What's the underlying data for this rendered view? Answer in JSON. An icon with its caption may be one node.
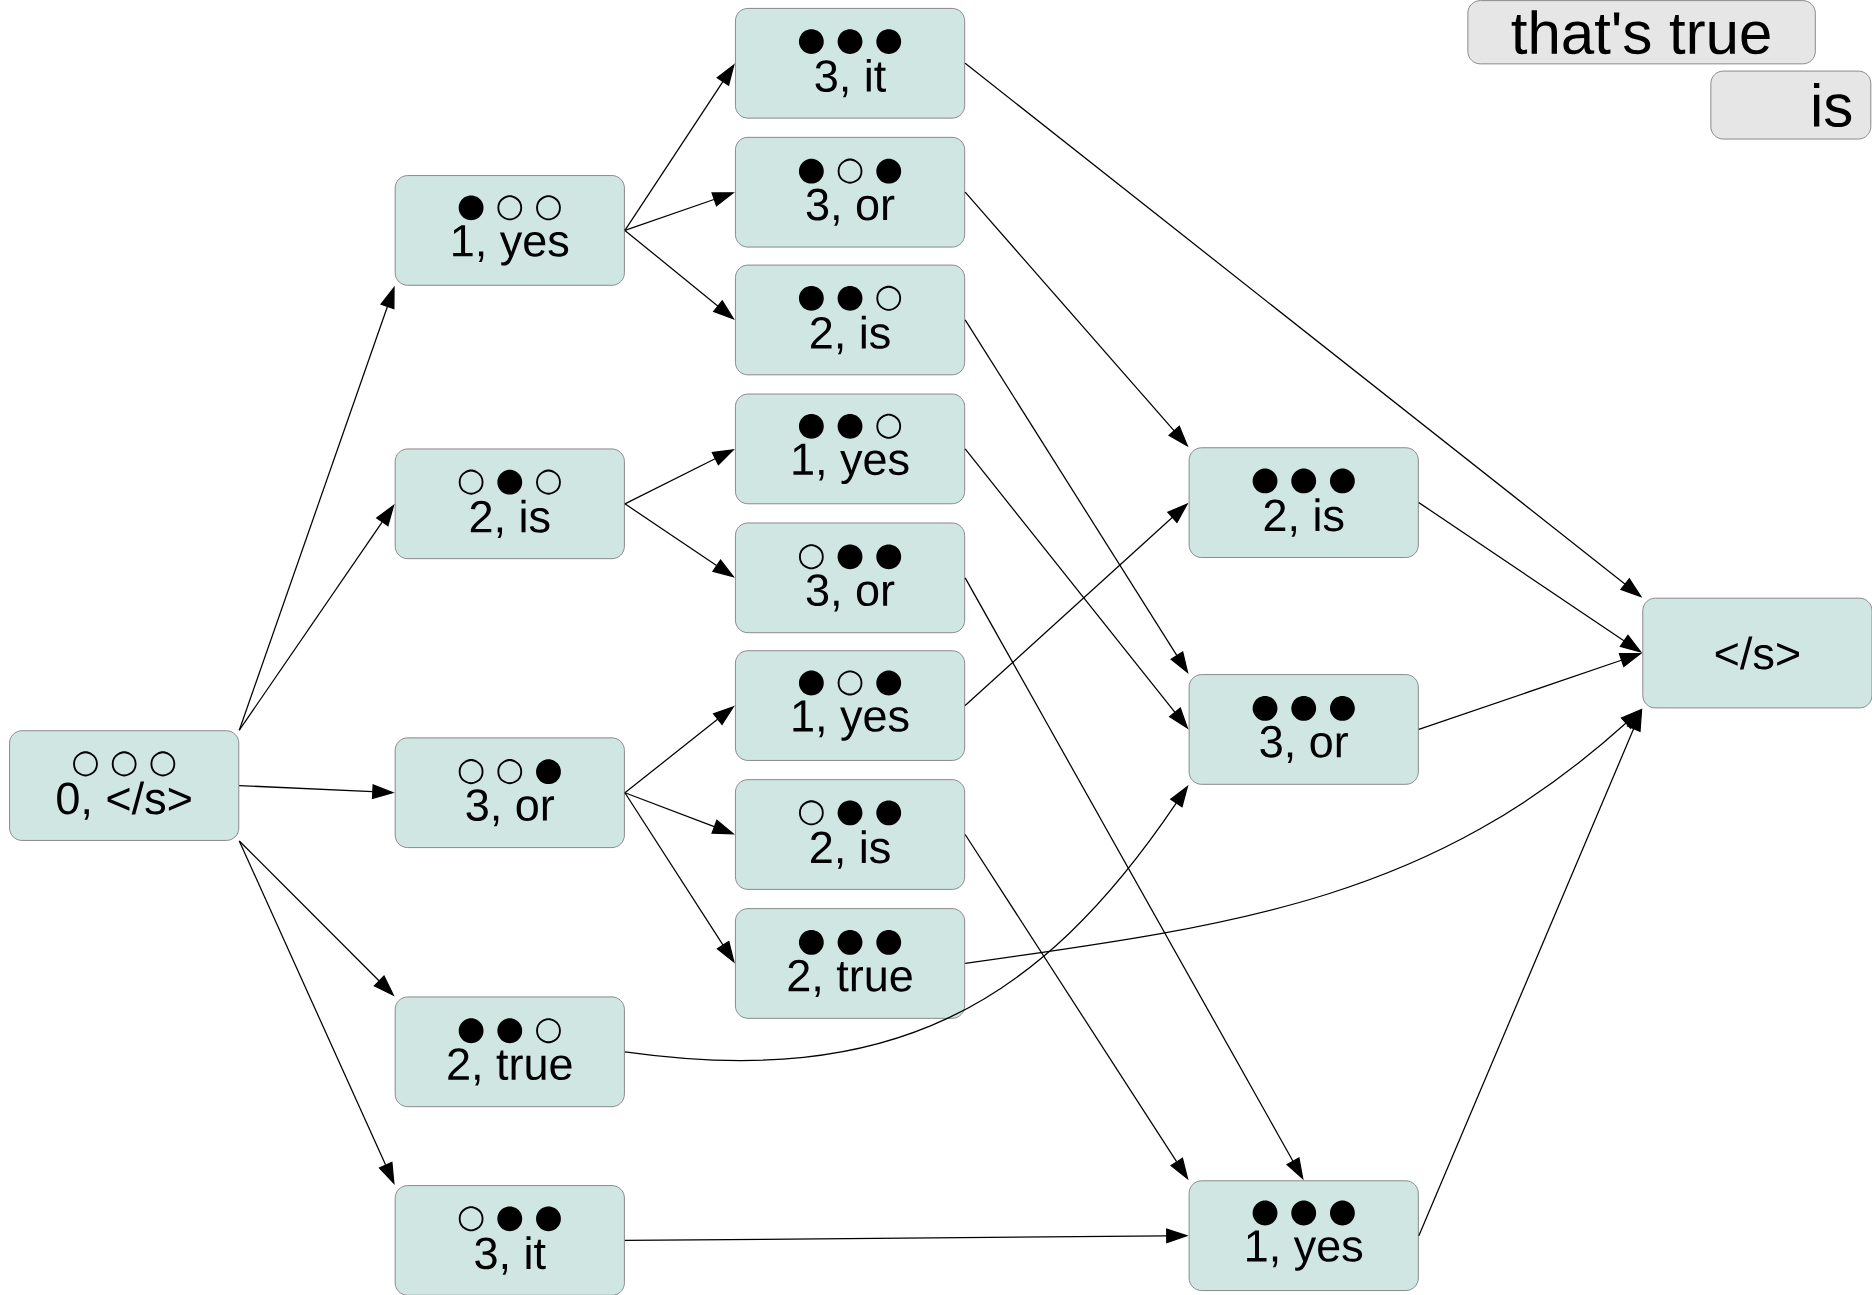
{
  "diagram": {
    "nodes": [
      {
        "text": [
          "○ ○ ○",
          "0, </s>"
        ]
      },
      {
        "text": [
          "● ○ ○",
          "1, yes"
        ]
      },
      {
        "text": [
          "○ ● ○",
          "2, is"
        ]
      },
      {
        "text": [
          "○ ○ ●",
          "3, or"
        ]
      },
      {
        "text": [
          "● ● ○",
          "2, true"
        ]
      },
      {
        "text": [
          "○ ● ●",
          "3, it"
        ]
      },
      {
        "text": [
          "● ● ●",
          "3, it"
        ]
      },
      {
        "text": [
          "● ○ ●",
          "3, or"
        ]
      },
      {
        "text": [
          "● ● ○",
          "2, is"
        ]
      },
      {
        "text": [
          "● ● ○",
          "1, yes"
        ]
      },
      {
        "text": [
          "○ ● ●",
          "3, or"
        ]
      },
      {
        "text": [
          "● ○ ●",
          "1, yes"
        ]
      },
      {
        "text": [
          "○ ● ●",
          "2, is"
        ]
      },
      {
        "text": [
          "● ● ●",
          "2, true"
        ]
      },
      {
        "text": [
          "● ● ●",
          "2, is"
        ]
      },
      {
        "text": [
          "● ● ●",
          "3, or"
        ]
      },
      {
        "text": [
          "● ● ●",
          "1, yes"
        ]
      },
      {
        "text": [
          "</s>"
        ]
      },
      {
        "text": [
          "that's true"
        ]
      },
      {
        "text": [
          "is"
        ]
      }
    ],
    "edges": [
      {
        "from": 0,
        "to": 1,
        "arrow": "to"
      },
      {
        "from": 0,
        "to": 2,
        "arrow": "to"
      },
      {
        "from": 0,
        "to": 3,
        "arrow": "to"
      },
      {
        "from": 0,
        "to": 4,
        "arrow": "to"
      },
      {
        "from": 0,
        "to": 5,
        "arrow": "to"
      },
      {
        "from": 1,
        "to": 6,
        "arrow": "to"
      },
      {
        "from": 1,
        "to": 7,
        "arrow": "to"
      },
      {
        "from": 1,
        "to": 8,
        "arrow": "to"
      },
      {
        "from": 2,
        "to": 9,
        "arrow": "to"
      },
      {
        "from": 2,
        "to": 10,
        "arrow": "to"
      },
      {
        "from": 3,
        "to": 11,
        "arrow": "to"
      },
      {
        "from": 3,
        "to": 12,
        "arrow": "to"
      },
      {
        "from": 3,
        "to": 13,
        "arrow": "to"
      },
      {
        "from": 4,
        "to": 15,
        "arrow": "to"
      },
      {
        "from": 5,
        "to": 16,
        "arrow": "to"
      },
      {
        "from": 6,
        "to": 17,
        "arrow": "to"
      },
      {
        "from": 7,
        "to": 14,
        "arrow": "to"
      },
      {
        "from": 8,
        "to": 15,
        "arrow": "to"
      },
      {
        "from": 9,
        "to": 15,
        "arrow": "to"
      },
      {
        "from": 10,
        "to": 16,
        "arrow": "to"
      },
      {
        "from": 11,
        "to": 14,
        "arrow": "to"
      },
      {
        "from": 12,
        "to": 16,
        "arrow": "to"
      },
      {
        "from": 13,
        "to": 17,
        "arrow": "to"
      },
      {
        "from": 14,
        "to": 17,
        "arrow": "to"
      },
      {
        "from": 15,
        "to": 17,
        "arrow": "to"
      },
      {
        "from": 16,
        "to": 17,
        "arrow": "to"
      }
    ]
  }
}
